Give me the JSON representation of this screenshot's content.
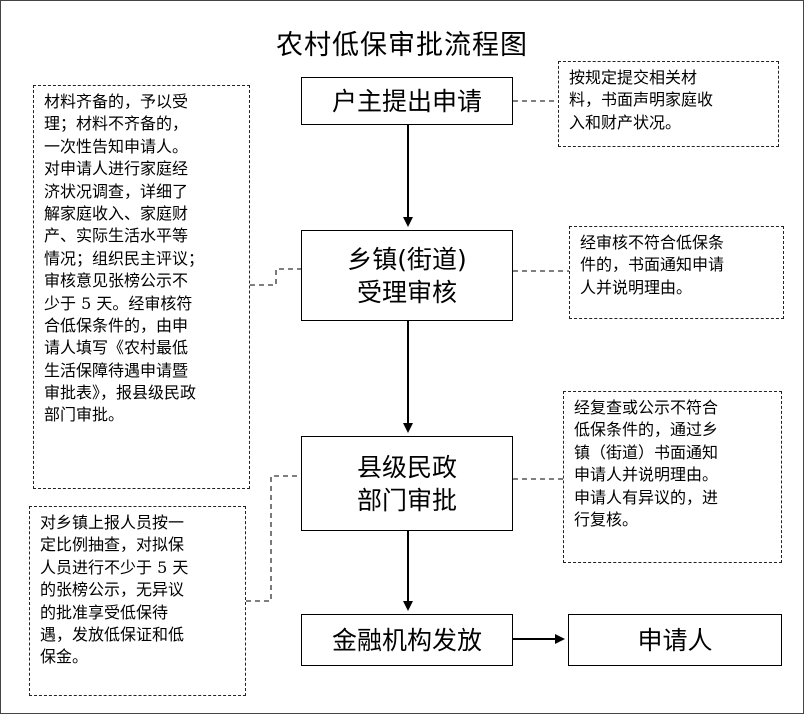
{
  "title": "农村低保审批流程图",
  "steps": {
    "apply": "户主提出申请",
    "town_line1": "乡镇(街道)",
    "town_line2": "受理审核",
    "county_line1": "县级民政",
    "county_line2": "部门审批",
    "finance": "金融机构发放",
    "applicant": "申请人"
  },
  "notes": {
    "left_top": "材料齐备的，予以受\n理；材料不齐备的，\n一次性告知申请人。\n对申请人进行家庭经\n济状况调查，详细了\n解家庭收入、家庭财\n产、实际生活水平等\n情况；组织民主评议；\n审核意见张榜公示不\n少于 5 天。经审核符\n合低保条件的，由申\n请人填写《农村最低\n生活保障待遇申请暨\n审批表》，报县级民政\n部门审批。",
    "left_bottom": "对乡镇上报人员按一\n定比例抽查，对拟保\n人员进行不少于 5 天\n的张榜公示，无异议\n的批准享受低保待\n遇，发放低保证和低\n保金。",
    "right_1": "按规定提交相关材\n料，书面声明家庭收\n入和财产状况。",
    "right_2": "经审核不符合低保条\n件的，书面通知申请\n人并说明理由。",
    "right_3": "经复查或公示不符合\n低保条件的，通过乡\n镇（街道）书面通知\n申请人并说明理由。\n申请人有异议的，进\n行复核。"
  }
}
